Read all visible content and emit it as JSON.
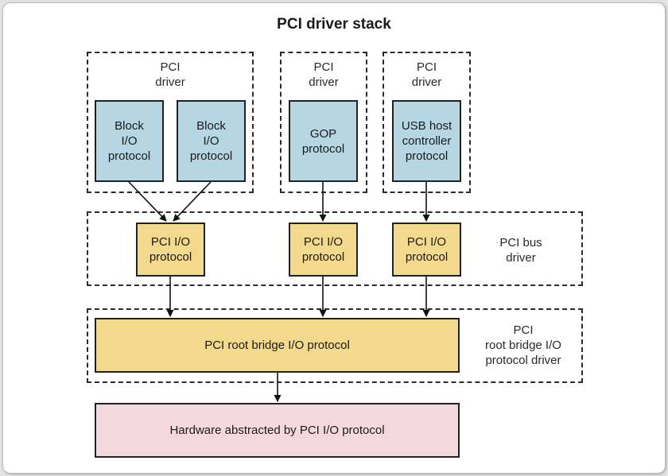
{
  "title": "PCI driver stack",
  "pci_drivers": {
    "label_left": "PCI\ndriver",
    "label_middle": "PCI\ndriver",
    "label_right": "PCI\ndriver"
  },
  "protocols": {
    "block_io_1": "Block\nI/O\nprotocol",
    "block_io_2": "Block\nI/O\nprotocol",
    "gop": "GOP\nprotocol",
    "usb_host": "USB host\ncontroller\nprotocol"
  },
  "bus_driver": {
    "label": "PCI bus\ndriver",
    "pci_io_1": "PCI I/O\nprotocol",
    "pci_io_2": "PCI I/O\nprotocol",
    "pci_io_3": "PCI I/O\nprotocol"
  },
  "root_bridge": {
    "label": "PCI\nroot bridge I/O\nprotocol driver",
    "protocol": "PCI root bridge I/O  protocol"
  },
  "hardware": "Hardware abstracted by PCI I/O protocol",
  "colors": {
    "driver_protocol": "#b7d6e4",
    "pci_io": "#f3d98c",
    "hardware": "#f3d9df"
  }
}
